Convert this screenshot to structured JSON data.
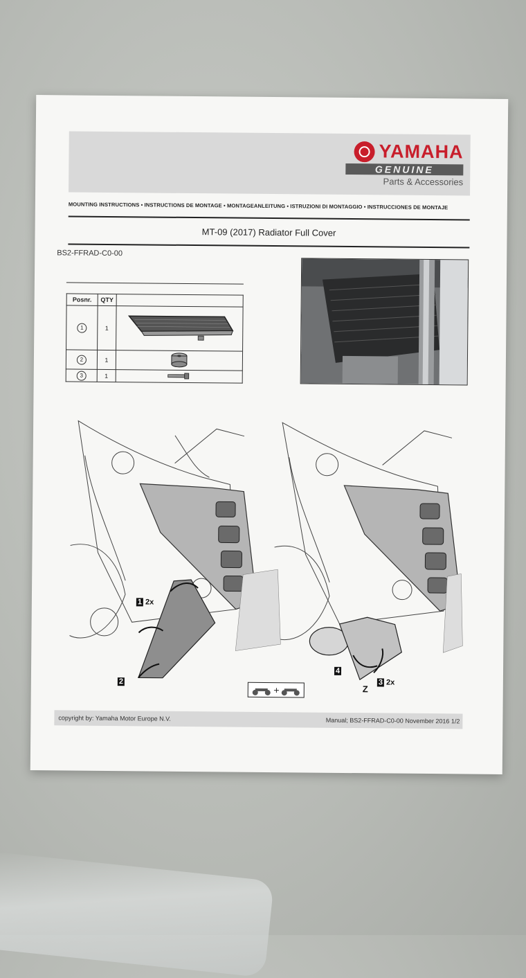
{
  "logo": {
    "brand": "YAMAHA",
    "genuine": "GENUINE",
    "subtitle": "Parts & Accessories",
    "brand_color": "#c81e2b"
  },
  "languages": "MOUNTING INSTRUCTIONS • INSTRUCTIONS DE MONTAGE • MONTAGEANLEITUNG • ISTRUZIONI DI MONTAGGIO • INSTRUCCIONES DE MONTAJE",
  "title": "MT-09 (2017) Radiator Full Cover",
  "part_number": "BS2-FFRAD-C0-00",
  "parts_table": {
    "headers": [
      "Posnr.",
      "QTY"
    ],
    "rows": [
      {
        "pos": "1",
        "qty": "1",
        "icon": "radiator-grille-icon"
      },
      {
        "pos": "2",
        "qty": "1",
        "icon": "rubber-spacer-icon"
      },
      {
        "pos": "3",
        "qty": "1",
        "icon": "bolt-icon"
      }
    ]
  },
  "steps": {
    "left": [
      "1",
      "2x",
      "2"
    ],
    "right": [
      "4",
      "3",
      "2x",
      "Z"
    ]
  },
  "footer": {
    "copyright": "copyright by: Yamaha Motor Europe N.V.",
    "manual": "Manual; BS2-FFRAD-C0-00 November 2016 1/2"
  }
}
